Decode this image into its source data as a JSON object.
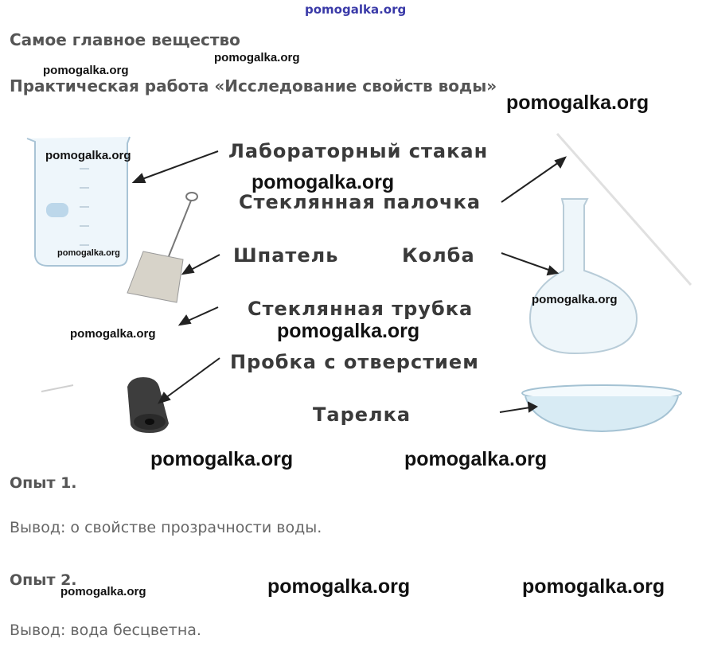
{
  "header": {
    "site_mark": "pomogalka.org",
    "title": "Самое главное вещество",
    "subtitle": "Практическая работа «Исследование свойств воды»"
  },
  "equipment": {
    "beaker": "Лабораторный стакан",
    "glass_rod": "Стеклянная палочка",
    "spatula": "Шпатель",
    "flask": "Колба",
    "glass_tube": "Стеклянная трубка",
    "stopper": "Пробка с отверстием",
    "dish": "Тарелка"
  },
  "experiments": [
    {
      "title": "Опыт 1.",
      "conclusion": "Вывод: о свойстве прозрачности воды."
    },
    {
      "title": "Опыт 2.",
      "conclusion": "Вывод: вода бесцветна."
    }
  ],
  "watermark": "pomogalka.org"
}
